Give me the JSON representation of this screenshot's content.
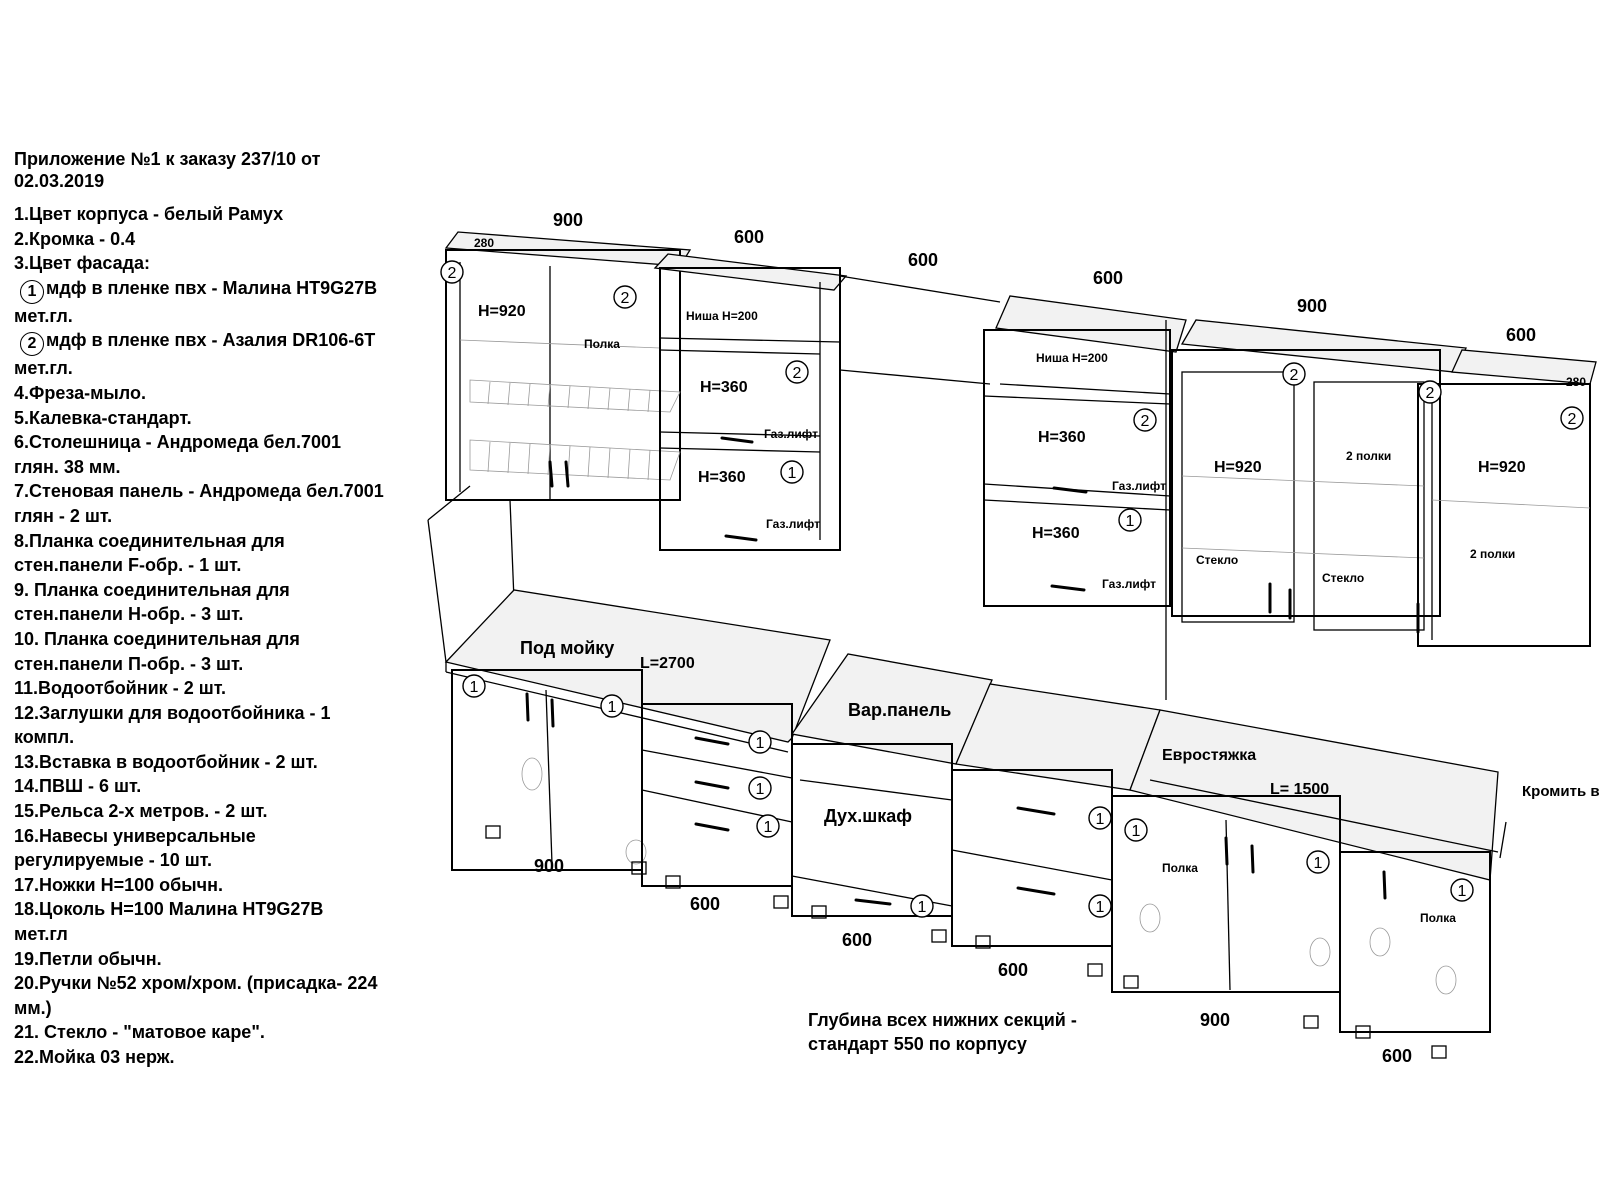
{
  "spec": {
    "title": "Приложение №1 к заказу 237/10 от 02.03.2019",
    "lines": [
      {
        "text": "1.Цвет корпуса - белый Рамух"
      },
      {
        "text": "2.Кромка - 0.4"
      },
      {
        "text": "3.Цвет фасада:"
      },
      {
        "circle": "1",
        "text": "мдф в пленке пвх - Малина HT9G27B"
      },
      {
        "text": "мет.гл."
      },
      {
        "circle": "2",
        "text": "мдф в пленке пвх - Азалия DR106-6T"
      },
      {
        "text": "мет.гл."
      },
      {
        "text": "4.Фреза-мыло."
      },
      {
        "text": "5.Калевка-стандарт."
      },
      {
        "text": "6.Столешница - Андромеда бел.7001"
      },
      {
        "text": "глян. 38 мм."
      },
      {
        "text": "7.Стеновая панель - Андромеда бел.7001"
      },
      {
        "text": "глян - 2 шт."
      },
      {
        "text": "8.Планка соединительная для"
      },
      {
        "text": "стен.панели F-обр. - 1 шт."
      },
      {
        "text": "9. Планка соединительная для"
      },
      {
        "text": "стен.панели H-обр. - 3 шт."
      },
      {
        "text": "10. Планка соединительная для"
      },
      {
        "text": "стен.панели П-обр. - 3 шт."
      },
      {
        "text": "11.Водоотбойник - 2 шт."
      },
      {
        "text": "12.Заглушки для водоотбойника - 1"
      },
      {
        "text": "компл."
      },
      {
        "text": "13.Вставка в водоотбойник - 2 шт."
      },
      {
        "text": "14.ПВШ - 6 шт."
      },
      {
        "text": "15.Рельса 2-х метров. - 2 шт."
      },
      {
        "text": "16.Навесы универсальные"
      },
      {
        "text": "регулируемые - 10 шт."
      },
      {
        "text": "17.Ножки H=100 обычн."
      },
      {
        "text": "18.Цоколь H=100 Малина HT9G27B"
      },
      {
        "text": "мет.гл"
      },
      {
        "text": "19.Петли обычн."
      },
      {
        "text": "20.Ручки №52 хром/хром. (присадка- 224"
      },
      {
        "text": "мм.)"
      },
      {
        "text": "21. Стекло - \"матовое каре\"."
      },
      {
        "text": "22.Мойка 03 нерж."
      }
    ]
  },
  "upper": {
    "widths": [
      "900",
      "600",
      "600",
      "600",
      "900",
      "600"
    ],
    "depth": "280",
    "h920": "H=920",
    "h360": "H=360",
    "niche": "Ниша H=200",
    "shelf": "Полка",
    "gaslift": "Газ.лифт",
    "two_shelves": "2 полки",
    "glass": "Стекло"
  },
  "lower": {
    "widths": [
      "900",
      "600",
      "600",
      "600",
      "900",
      "600"
    ],
    "sink": "Под мойку",
    "l2700": "L=2700",
    "hob": "Вар.панель",
    "oven": "Дух.шкаф",
    "eurotie": "Евростяжка",
    "l1500": "L= 1500",
    "edge": "Кромить в тон",
    "shelf": "Полка"
  },
  "note": {
    "line1": "Глубина всех нижних секций -",
    "line2": "стандарт 550 по корпусу"
  },
  "bubbles": {
    "one": "1",
    "two": "2"
  },
  "colors": {
    "line": "#000000",
    "guide": "#9a9a9a",
    "background": "#ffffff"
  }
}
